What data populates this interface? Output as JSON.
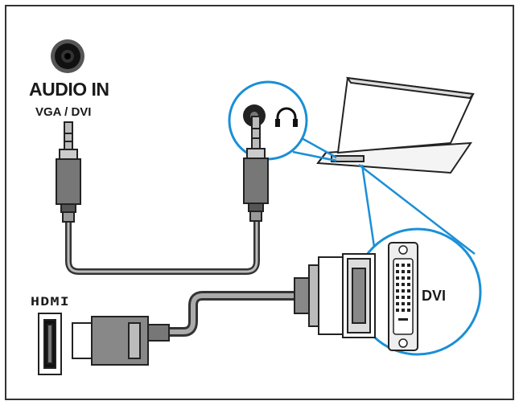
{
  "labels": {
    "audio_in": "AUDIO IN",
    "audio_in_sub": "VGA / DVI",
    "dvi": "DVI",
    "hdmi": "HDMI"
  },
  "colors": {
    "callout_ring": "#1a8fd6",
    "cable": "#3a3a3a",
    "background": "#ffffff"
  },
  "icons": {
    "headphone": "headphone-icon",
    "audio_jack": "audio-jack-socket-icon"
  }
}
